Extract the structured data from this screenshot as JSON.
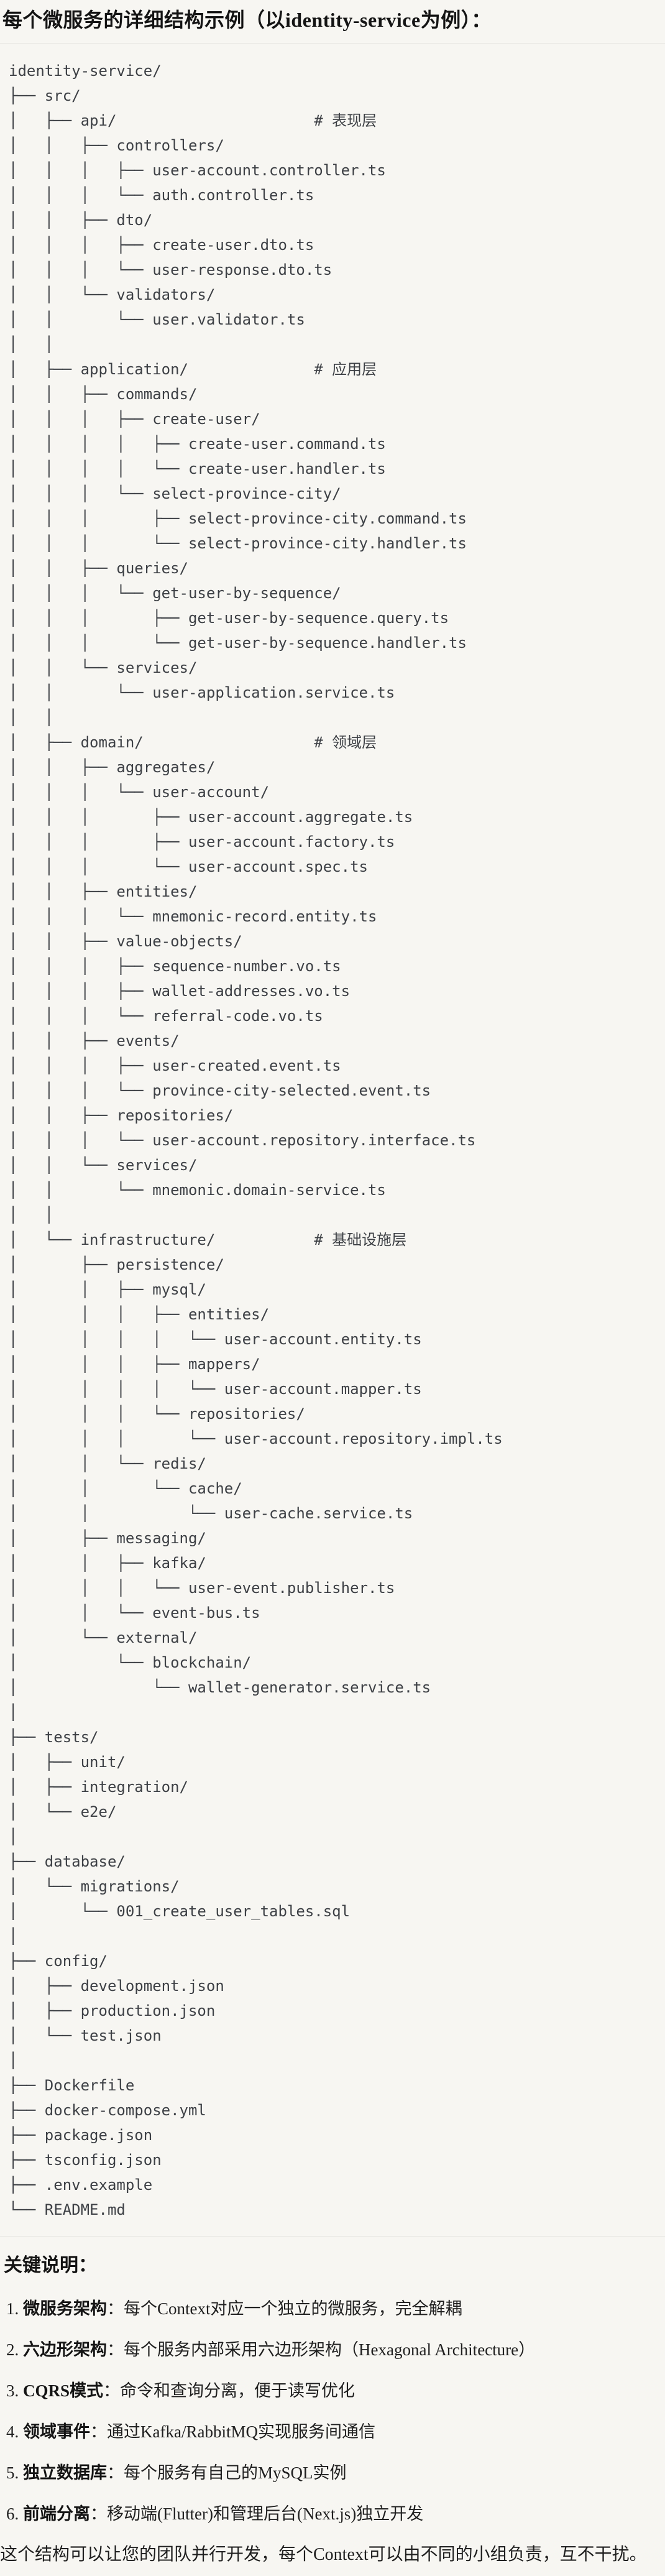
{
  "colors": {
    "page_background": "#f7f6f2",
    "code_border": "#e5e4e0",
    "tree_text": "#3d4045",
    "heading_text": "#141414",
    "body_text": "#1f1f1f"
  },
  "header": {
    "title": "每个微服务的详细结构示例（以identity-service为例）："
  },
  "tree": {
    "lines": [
      "identity-service/",
      "├── src/",
      "│   ├── api/                      # 表现层",
      "│   │   ├── controllers/",
      "│   │   │   ├── user-account.controller.ts",
      "│   │   │   └── auth.controller.ts",
      "│   │   ├── dto/",
      "│   │   │   ├── create-user.dto.ts",
      "│   │   │   └── user-response.dto.ts",
      "│   │   └── validators/",
      "│   │       └── user.validator.ts",
      "│   │",
      "│   ├── application/              # 应用层",
      "│   │   ├── commands/",
      "│   │   │   ├── create-user/",
      "│   │   │   │   ├── create-user.command.ts",
      "│   │   │   │   └── create-user.handler.ts",
      "│   │   │   └── select-province-city/",
      "│   │   │       ├── select-province-city.command.ts",
      "│   │   │       └── select-province-city.handler.ts",
      "│   │   ├── queries/",
      "│   │   │   └── get-user-by-sequence/",
      "│   │   │       ├── get-user-by-sequence.query.ts",
      "│   │   │       └── get-user-by-sequence.handler.ts",
      "│   │   └── services/",
      "│   │       └── user-application.service.ts",
      "│   │",
      "│   ├── domain/                   # 领域层",
      "│   │   ├── aggregates/",
      "│   │   │   └── user-account/",
      "│   │   │       ├── user-account.aggregate.ts",
      "│   │   │       ├── user-account.factory.ts",
      "│   │   │       └── user-account.spec.ts",
      "│   │   ├── entities/",
      "│   │   │   └── mnemonic-record.entity.ts",
      "│   │   ├── value-objects/",
      "│   │   │   ├── sequence-number.vo.ts",
      "│   │   │   ├── wallet-addresses.vo.ts",
      "│   │   │   └── referral-code.vo.ts",
      "│   │   ├── events/",
      "│   │   │   ├── user-created.event.ts",
      "│   │   │   └── province-city-selected.event.ts",
      "│   │   ├── repositories/",
      "│   │   │   └── user-account.repository.interface.ts",
      "│   │   └── services/",
      "│   │       └── mnemonic.domain-service.ts",
      "│   │",
      "│   └── infrastructure/           # 基础设施层",
      "│       ├── persistence/",
      "│       │   ├── mysql/",
      "│       │   │   ├── entities/",
      "│       │   │   │   └── user-account.entity.ts",
      "│       │   │   ├── mappers/",
      "│       │   │   │   └── user-account.mapper.ts",
      "│       │   │   └── repositories/",
      "│       │   │       └── user-account.repository.impl.ts",
      "│       │   └── redis/",
      "│       │       └── cache/",
      "│       │           └── user-cache.service.ts",
      "│       ├── messaging/",
      "│       │   ├── kafka/",
      "│       │   │   └── user-event.publisher.ts",
      "│       │   └── event-bus.ts",
      "│       └── external/",
      "│           └── blockchain/",
      "│               └── wallet-generator.service.ts",
      "│",
      "├── tests/",
      "│   ├── unit/",
      "│   ├── integration/",
      "│   └── e2e/",
      "│",
      "├── database/",
      "│   └── migrations/",
      "│       └── 001_create_user_tables.sql",
      "│",
      "├── config/",
      "│   ├── development.json",
      "│   ├── production.json",
      "│   └── test.json",
      "│",
      "├── Dockerfile",
      "├── docker-compose.yml",
      "├── package.json",
      "├── tsconfig.json",
      "├── .env.example",
      "└── README.md"
    ]
  },
  "notes": {
    "heading": "关键说明：",
    "items": [
      {
        "num": "1. ",
        "term": "微服务架构",
        "text": "：每个Context对应一个独立的微服务，完全解耦"
      },
      {
        "num": "2. ",
        "term": "六边形架构",
        "text": "：每个服务内部采用六边形架构（Hexagonal Architecture）"
      },
      {
        "num": "3. ",
        "term": "CQRS模式",
        "text": "：命令和查询分离，便于读写优化"
      },
      {
        "num": "4. ",
        "term": "领域事件",
        "text": "：通过Kafka/RabbitMQ实现服务间通信"
      },
      {
        "num": "5. ",
        "term": "独立数据库",
        "text": "：每个服务有自己的MySQL实例"
      },
      {
        "num": "6. ",
        "term": "前端分离",
        "text": "：移动端(Flutter)和管理后台(Next.js)独立开发"
      }
    ],
    "closing": "这个结构可以让您的团队并行开发，每个Context可以由不同的小组负责，互不干扰。"
  }
}
